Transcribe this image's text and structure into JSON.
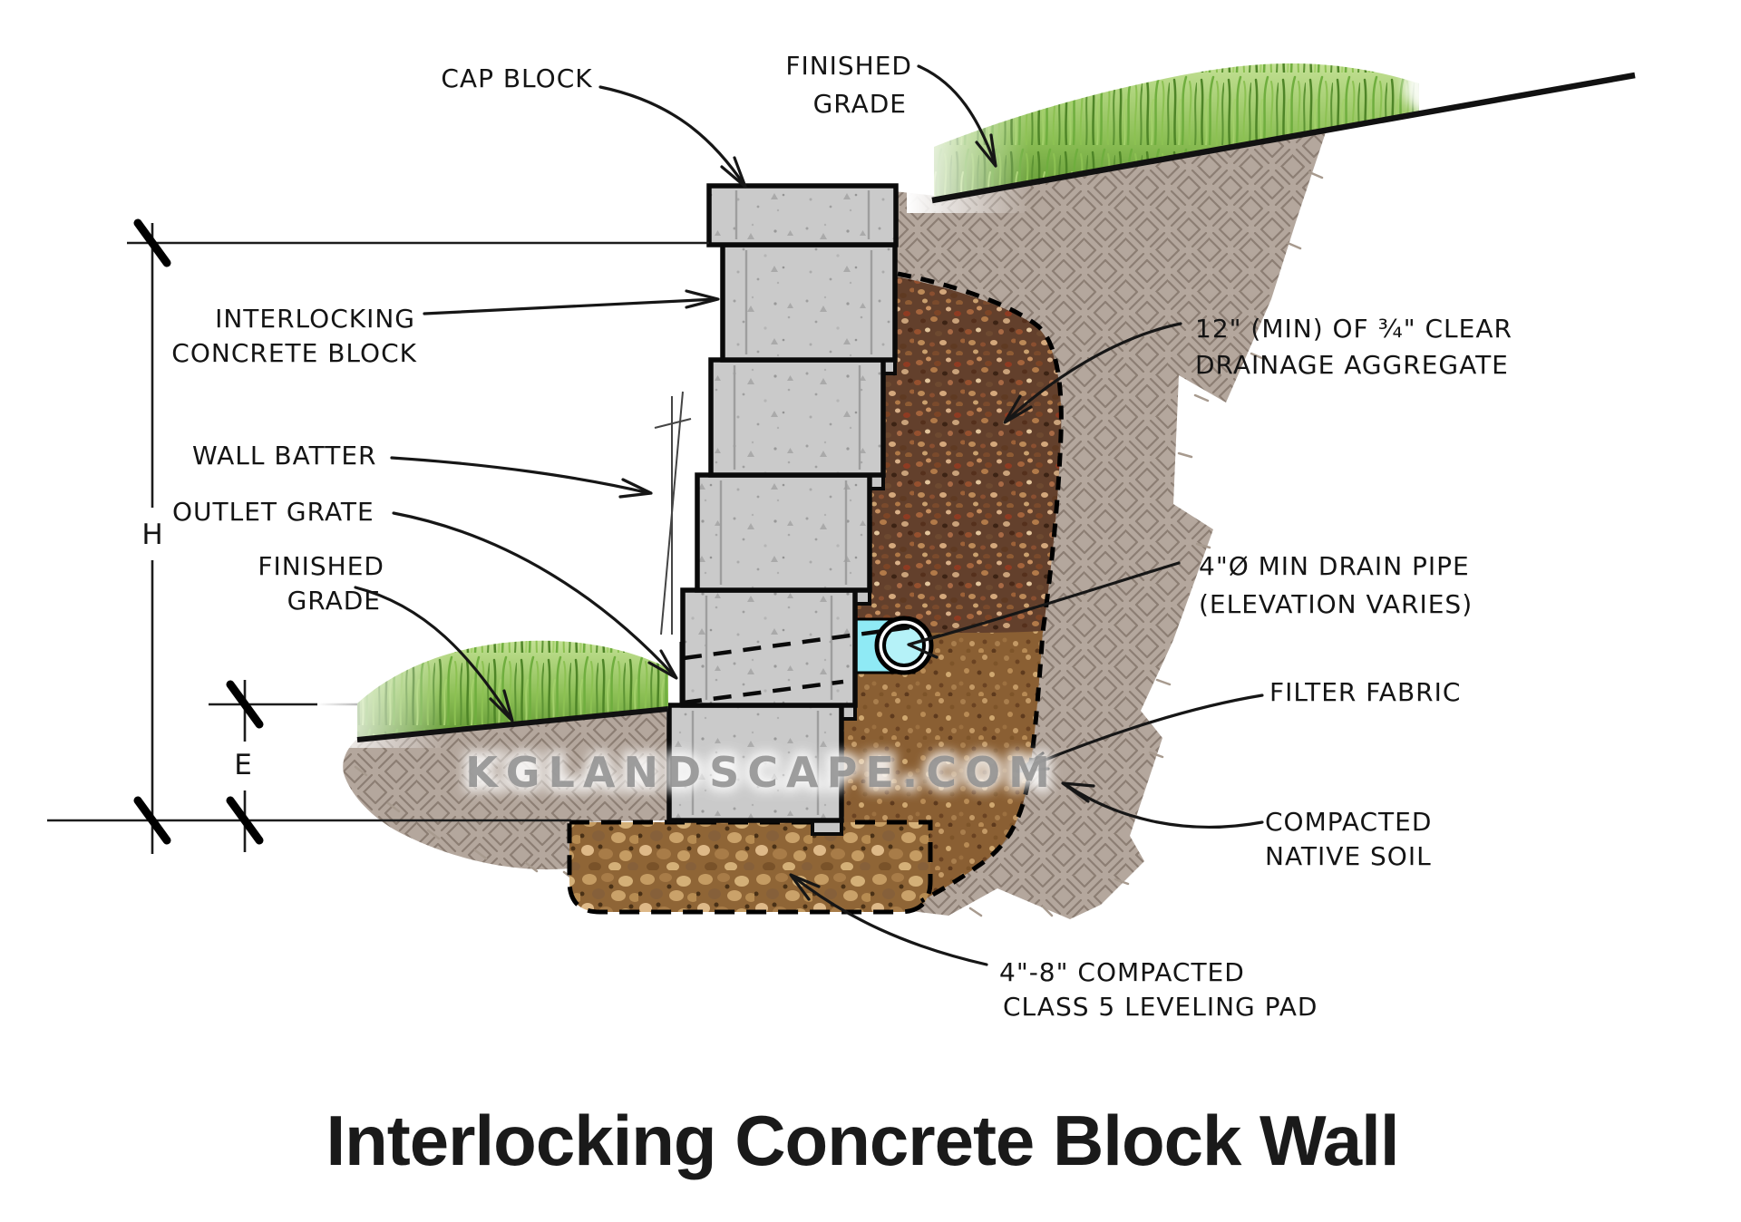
{
  "title": "Interlocking Concrete Block Wall",
  "watermark": "KGLANDSCAPE.COM",
  "dimensions": {
    "height_label": "H",
    "embedment_label": "E"
  },
  "callouts": {
    "cap_block": "CAP BLOCK",
    "finished_grade_top_1": "FINISHED",
    "finished_grade_top_2": "GRADE",
    "interlocking_1": "INTERLOCKING",
    "interlocking_2": "CONCRETE BLOCK",
    "wall_batter": "WALL BATTER",
    "outlet_grate": "OUTLET GRATE",
    "finished_grade_left_1": "FINISHED",
    "finished_grade_left_2": "GRADE",
    "aggregate_1": "12\" (MIN) OF ¾\" CLEAR",
    "aggregate_2": "DRAINAGE AGGREGATE",
    "drain_pipe_1": "4\"Ø MIN DRAIN PIPE",
    "drain_pipe_2": "(ELEVATION VARIES)",
    "filter_fabric": "FILTER FABRIC",
    "native_soil_1": "COMPACTED",
    "native_soil_2": "NATIVE SOIL",
    "leveling_pad_1": "4\"-8\" COMPACTED",
    "leveling_pad_2": "CLASS 5 LEVELING PAD"
  },
  "colors": {
    "block_gray": "#cacaca",
    "native_soil_hatch": "#b4a79d",
    "drainage_aggregate": "#63402c",
    "subsoil_brown": "#8a5f33",
    "leveling_pad_tan": "#8f6536",
    "pipe_cyan": "#8feaf5",
    "grass_green": "#6da23c",
    "line_black": "#161616"
  }
}
